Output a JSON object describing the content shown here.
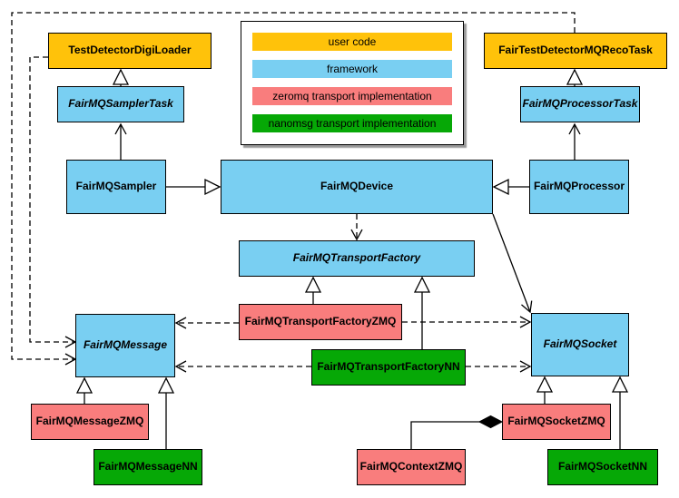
{
  "colors": {
    "user_code": "#FFC20A",
    "framework": "#79CFF2",
    "zeromq": "#F97D7D",
    "nanomsg": "#06A806",
    "border": "#000000",
    "background": "#FFFFFF"
  },
  "legend": {
    "items": [
      {
        "label": "user code",
        "color": "#FFC20A"
      },
      {
        "label": "framework",
        "color": "#79CFF2"
      },
      {
        "label": "zeromq transport implementation",
        "color": "#F97D7D"
      },
      {
        "label": "nanomsg transport implementation",
        "color": "#06A806"
      }
    ]
  },
  "nodes": {
    "digiLoader": {
      "label": "TestDetectorDigiLoader",
      "category": "user code",
      "abstract": false
    },
    "samplerTask": {
      "label": "FairMQSamplerTask",
      "category": "framework",
      "abstract": true
    },
    "sampler": {
      "label": "FairMQSampler",
      "category": "framework",
      "abstract": false
    },
    "device": {
      "label": "FairMQDevice",
      "category": "framework",
      "abstract": false
    },
    "recoTask": {
      "label": "FairTestDetectorMQRecoTask",
      "category": "user code",
      "abstract": false
    },
    "processorTask": {
      "label": "FairMQProcessorTask",
      "category": "framework",
      "abstract": true
    },
    "processor": {
      "label": "FairMQProcessor",
      "category": "framework",
      "abstract": false
    },
    "factory": {
      "label": "FairMQTransportFactory",
      "category": "framework",
      "abstract": true
    },
    "factoryZMQ": {
      "label": "FairMQTransportFactoryZMQ",
      "category": "zeromq",
      "abstract": false
    },
    "factoryNN": {
      "label": "FairMQTransportFactoryNN",
      "category": "nanomsg",
      "abstract": false
    },
    "message": {
      "label": "FairMQMessage",
      "category": "framework",
      "abstract": true
    },
    "messageZMQ": {
      "label": "FairMQMessageZMQ",
      "category": "zeromq",
      "abstract": false
    },
    "messageNN": {
      "label": "FairMQMessageNN",
      "category": "nanomsg",
      "abstract": false
    },
    "socket": {
      "label": "FairMQSocket",
      "category": "framework",
      "abstract": true
    },
    "socketZMQ": {
      "label": "FairMQSocketZMQ",
      "category": "zeromq",
      "abstract": false
    },
    "socketNN": {
      "label": "FairMQSocketNN",
      "category": "nanomsg",
      "abstract": false
    },
    "contextZMQ": {
      "label": "FairMQContextZMQ",
      "category": "zeromq",
      "abstract": false
    }
  },
  "edges": [
    {
      "from": "samplerTask",
      "to": "digiLoader",
      "arrow": "hollow-triangle",
      "line": "solid"
    },
    {
      "from": "processorTask",
      "to": "recoTask",
      "arrow": "hollow-triangle",
      "line": "solid"
    },
    {
      "from": "sampler",
      "to": "device",
      "arrow": "hollow-triangle",
      "line": "solid"
    },
    {
      "from": "processor",
      "to": "device",
      "arrow": "hollow-triangle",
      "line": "solid"
    },
    {
      "from": "sampler",
      "to": "samplerTask",
      "arrow": "open",
      "line": "solid"
    },
    {
      "from": "processor",
      "to": "processorTask",
      "arrow": "open",
      "line": "solid"
    },
    {
      "from": "device",
      "to": "factory",
      "arrow": "open",
      "line": "dashed"
    },
    {
      "from": "device",
      "to": "socket",
      "arrow": "open",
      "line": "solid"
    },
    {
      "from": "digiLoader",
      "to": "message",
      "arrow": "open",
      "line": "dashed"
    },
    {
      "from": "recoTask",
      "to": "message",
      "arrow": "open",
      "line": "dashed"
    },
    {
      "from": "factoryZMQ",
      "to": "factory",
      "arrow": "hollow-triangle",
      "line": "solid"
    },
    {
      "from": "factoryNN",
      "to": "factory",
      "arrow": "hollow-triangle",
      "line": "solid"
    },
    {
      "from": "factoryZMQ",
      "to": "message",
      "arrow": "open",
      "line": "dashed"
    },
    {
      "from": "factoryZMQ",
      "to": "socket",
      "arrow": "open",
      "line": "dashed"
    },
    {
      "from": "factoryNN",
      "to": "message",
      "arrow": "open",
      "line": "dashed"
    },
    {
      "from": "factoryNN",
      "to": "socket",
      "arrow": "open",
      "line": "dashed"
    },
    {
      "from": "messageZMQ",
      "to": "message",
      "arrow": "hollow-triangle",
      "line": "solid"
    },
    {
      "from": "messageNN",
      "to": "message",
      "arrow": "hollow-triangle",
      "line": "solid"
    },
    {
      "from": "socketZMQ",
      "to": "socket",
      "arrow": "hollow-triangle",
      "line": "solid"
    },
    {
      "from": "socketNN",
      "to": "socket",
      "arrow": "hollow-triangle",
      "line": "solid"
    },
    {
      "from": "contextZMQ",
      "to": "socketZMQ",
      "arrow": "filled-diamond",
      "line": "solid"
    }
  ]
}
